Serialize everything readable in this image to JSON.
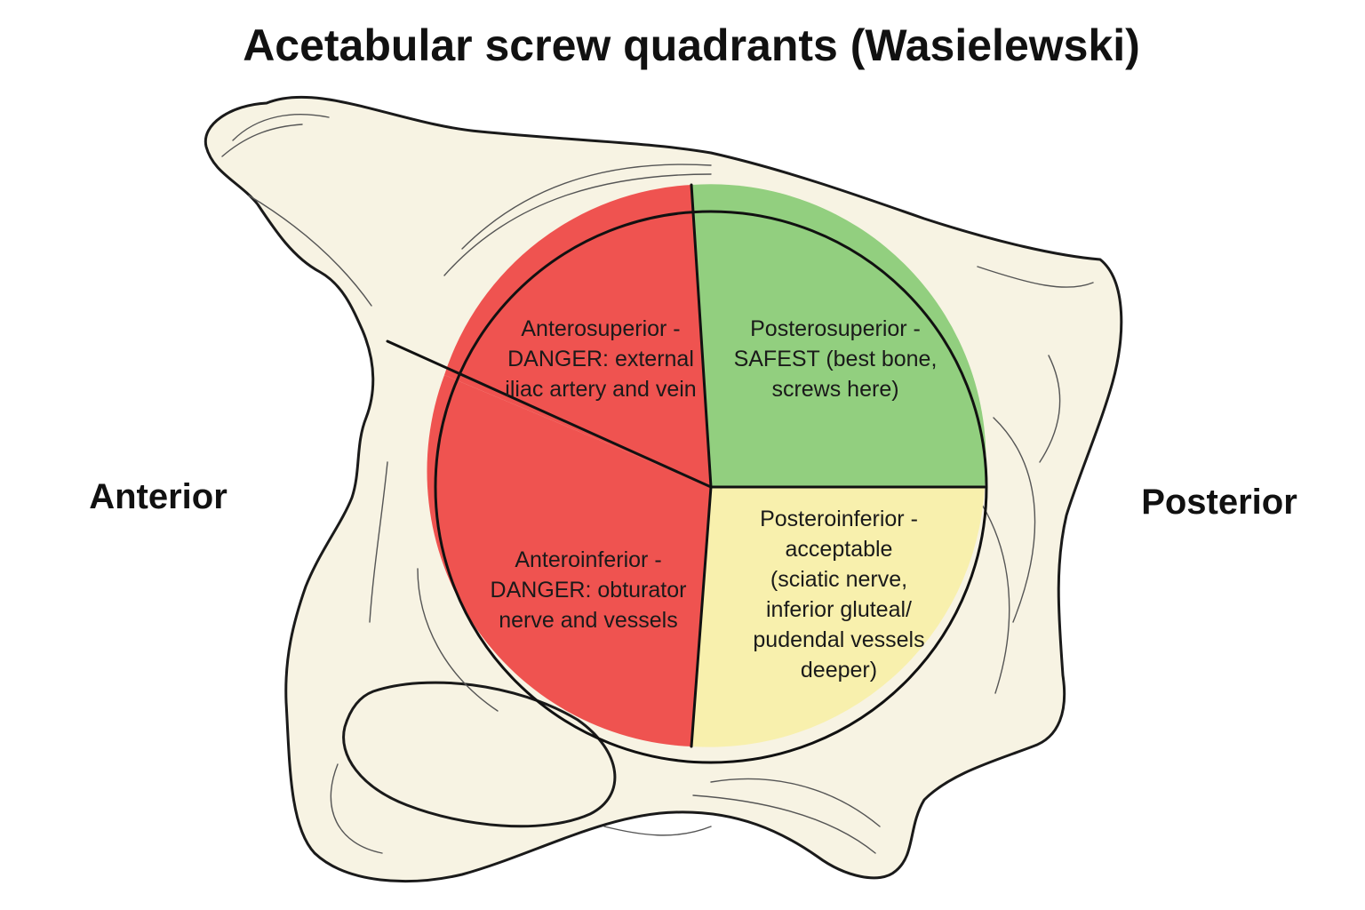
{
  "title": "Acetabular screw quadrants (Wasielewski)",
  "side_labels": {
    "left": "Anterior",
    "right": "Posterior"
  },
  "colors": {
    "danger": "#ef5350",
    "safest": "#92cf7f",
    "acceptable": "#f8f0ad",
    "bone": "#f7f3e3",
    "outline": "#111111"
  },
  "quadrants": {
    "anterosuperior": {
      "lines": [
        "Anterosuperior -",
        "DANGER: external",
        "iliac artery and vein"
      ],
      "color_key": "danger"
    },
    "posterosuperior": {
      "lines": [
        "Posterosuperior -",
        "SAFEST (best bone,",
        "screws here)"
      ],
      "color_key": "safest"
    },
    "anteroinferior": {
      "lines": [
        "Anteroinferior -",
        "DANGER: obturator",
        "nerve and vessels"
      ],
      "color_key": "danger"
    },
    "posteroinferior": {
      "lines": [
        "Posteroinferior -",
        "acceptable",
        "(sciatic nerve,",
        "inferior gluteal/",
        "pudendal vessels",
        "deeper)"
      ],
      "color_key": "acceptable"
    }
  }
}
